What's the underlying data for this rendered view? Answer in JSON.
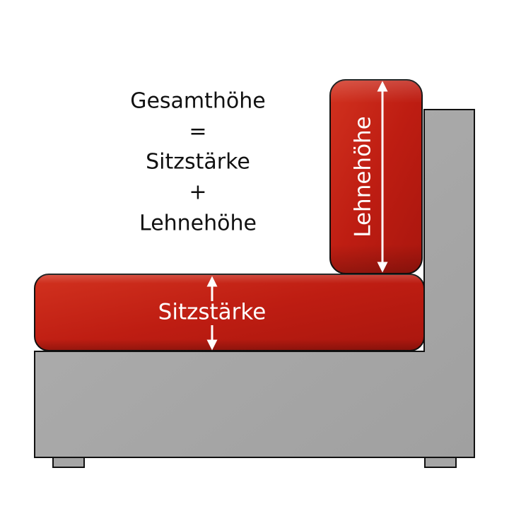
{
  "formula": {
    "line1": "Gesamthöhe",
    "line2": "=",
    "line3": "Sitzstärke",
    "line4": "+",
    "line5": "Lehnehöhe"
  },
  "labels": {
    "seat_thickness": "Sitzstärke",
    "back_height": "Lehnehöhe"
  },
  "colors": {
    "frame_gray": "#a6a6a6",
    "cushion_red": "#c01e12",
    "outline": "#111111",
    "arrow": "#ffffff"
  }
}
